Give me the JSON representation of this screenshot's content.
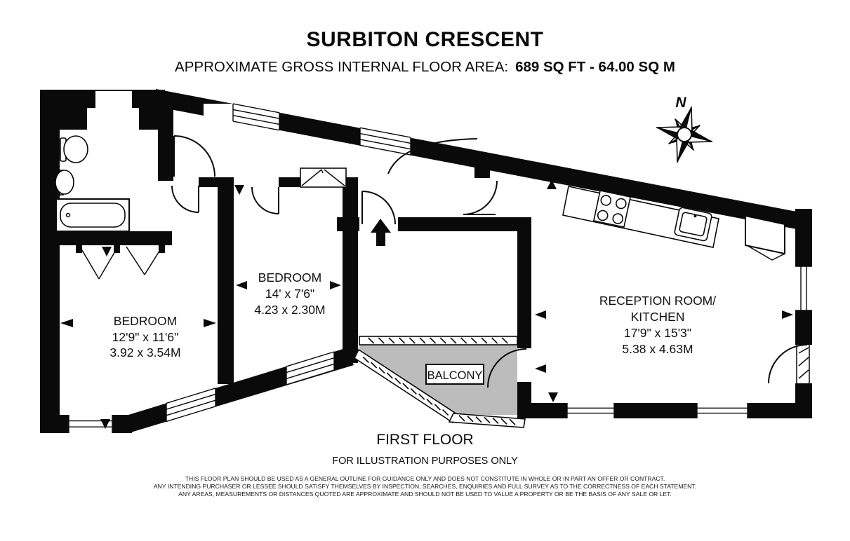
{
  "header": {
    "title": "SURBITON CRESCENT",
    "area_label": "APPROXIMATE GROSS INTERNAL FLOOR AREA:",
    "area_value": "689 SQ FT - 64.00 SQ M"
  },
  "rooms": [
    {
      "name": "BEDROOM",
      "imperial": "12'9\" x 11'6\"",
      "metric": "3.92 x 3.54M"
    },
    {
      "name": "BEDROOM",
      "imperial": "14' x 7'6\"",
      "metric": "4.23 x 2.30M"
    },
    {
      "name": "RECEPTION ROOM/",
      "name2": "KITCHEN",
      "imperial": "17'9\" x 15'3\"",
      "metric": "5.38 x 4.63M"
    },
    {
      "name": "BALCONY"
    }
  ],
  "compass": {
    "north_label": "N"
  },
  "footer": {
    "floor": "FIRST FLOOR",
    "note": "FOR ILLUSTRATION PURPOSES ONLY",
    "disclaimer": [
      "THIS FLOOR PLAN SHOULD BE USED AS A GENERAL OUTLINE FOR GUIDANCE ONLY AND DOES NOT CONSTITUTE IN WHOLE OR IN PART AN OFFER OR CONTRACT.",
      "ANY INTENDING PURCHASER OR LESSEE SHOULD SATISFY THEMSELVES BY INSPECTION, SEARCHES, ENQUIRIES AND FULL SURVEY AS TO THE CORRECTNESS OF EACH STATEMENT.",
      "ANY AREAS, MEASUREMENTS OR DISTANCES QUOTED ARE APPROXIMATE AND SHOULD NOT BE USED TO VALUE A PROPERTY OR BE THE BASIS OF ANY SALE OR LET."
    ]
  },
  "colors": {
    "wall": "#0a0a0a",
    "balcony_fill": "#bcbcbc"
  }
}
